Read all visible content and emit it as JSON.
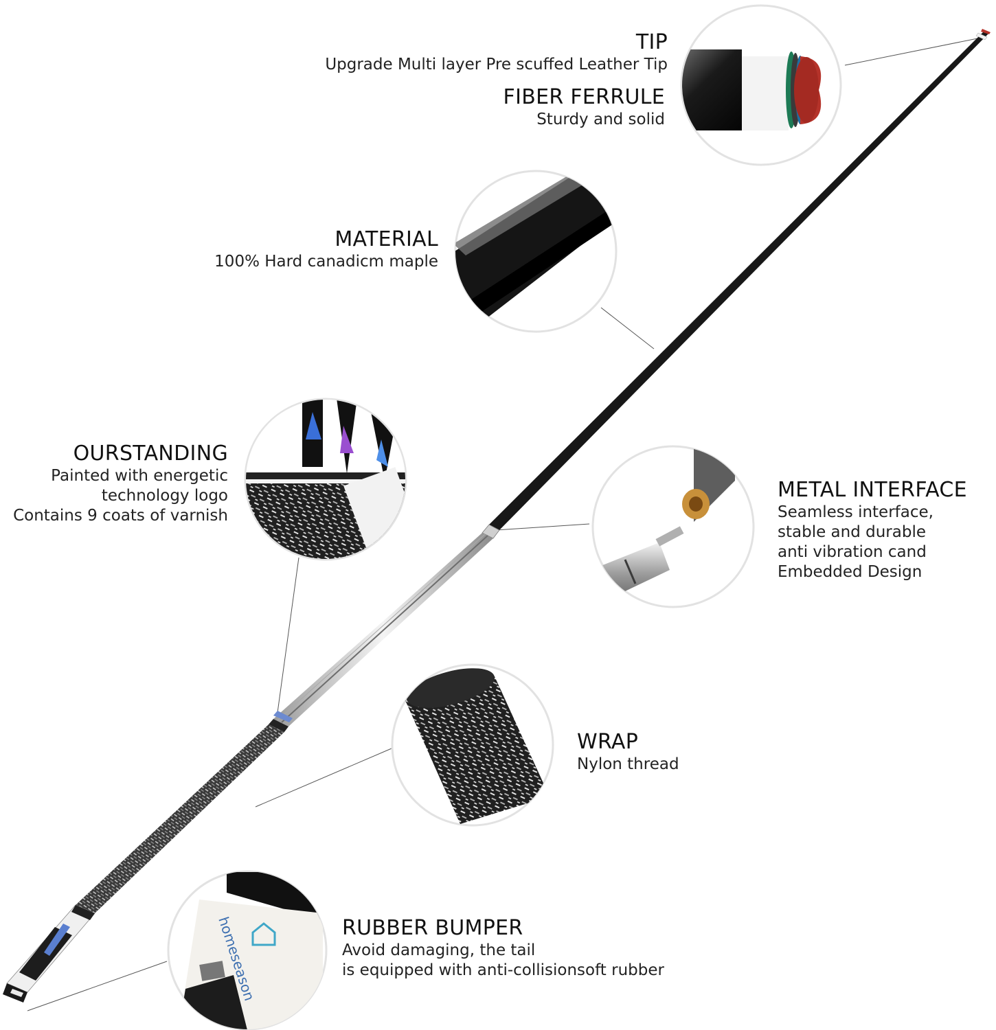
{
  "callouts": {
    "tip": {
      "title": "TIP",
      "desc": "Upgrade Multi layer Pre scuffed Leather Tip"
    },
    "ferrule": {
      "title": "FIBER FERRULE",
      "desc": "Sturdy and solid"
    },
    "material": {
      "title": "MATERIAL",
      "desc": "100% Hard canadicm maple"
    },
    "ourstanding": {
      "title": "OURSTANDING",
      "lines": [
        "Painted with energetic",
        "technology logo",
        "Contains 9 coats of varnish"
      ]
    },
    "metal": {
      "title": "METAL INTERFACE",
      "lines": [
        "Seamless interface,",
        "stable and durable",
        "anti vibration cand",
        "Embedded Design"
      ]
    },
    "wrap": {
      "title": "WRAP",
      "desc": "Nylon thread"
    },
    "bumper": {
      "title": "RUBBER BUMPER",
      "lines": [
        "Avoid damaging, the tail",
        "is equipped with anti-collisionsoft rubber"
      ]
    }
  },
  "brand": {
    "logo_text": "homeseason"
  },
  "colors": {
    "shaft": "#141414",
    "forearm": "#d9d9d9",
    "wrap": "#5a5a5a",
    "tip_leather": "#b5332a",
    "ferrule": "#f2f2f2",
    "joint_brass": "#c8903a",
    "leader_line": "#555555"
  }
}
